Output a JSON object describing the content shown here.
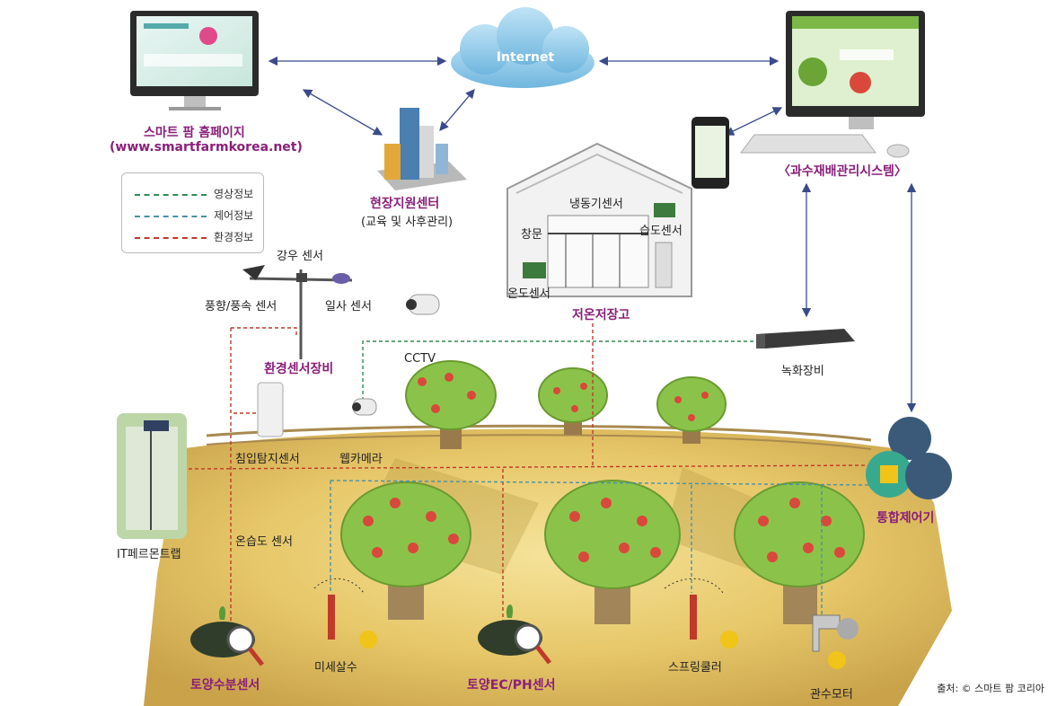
{
  "cloud": {
    "label": "Internet"
  },
  "homepage": {
    "title": "스마트 팜 홈페이지",
    "url": "(www.smartfarmkorea.net)"
  },
  "support_center": {
    "title": "현장지원센터",
    "subtitle": "(교육 및 사후관리)"
  },
  "management_system": {
    "title": "〈과수재배관리시스템〉"
  },
  "legend": {
    "items": [
      {
        "label": "영상정보",
        "color": "#2e8b57"
      },
      {
        "label": "제어정보",
        "color": "#4a90a4"
      },
      {
        "label": "환경정보",
        "color": "#c0392b"
      }
    ]
  },
  "weather_station": {
    "title": "환경센서장비",
    "rain": "강우 센서",
    "wind": "풍향/풍속 센서",
    "solar": "일사 센서"
  },
  "cold_storage": {
    "title": "저온저장고",
    "freezer": "냉동기센서",
    "window": "창문",
    "humidity": "습도센서",
    "temperature": "온도센서"
  },
  "devices": {
    "cctv": "CCTV",
    "recorder": "녹화장비",
    "intrusion": "침입탐지센서",
    "webcam": "웹카메라",
    "trap": "IT페르몬트랩",
    "soil_temp_humidity": "온습도 센서",
    "controller": "통합제어기",
    "mist": "미세살수",
    "sprinkler": "스프링쿨러",
    "pump": "관수모터",
    "soil_moisture": "토양수분센서",
    "soil_ec": "토양EC/PH센서"
  },
  "source": "출처: © 스마트 팜 코리아"
}
